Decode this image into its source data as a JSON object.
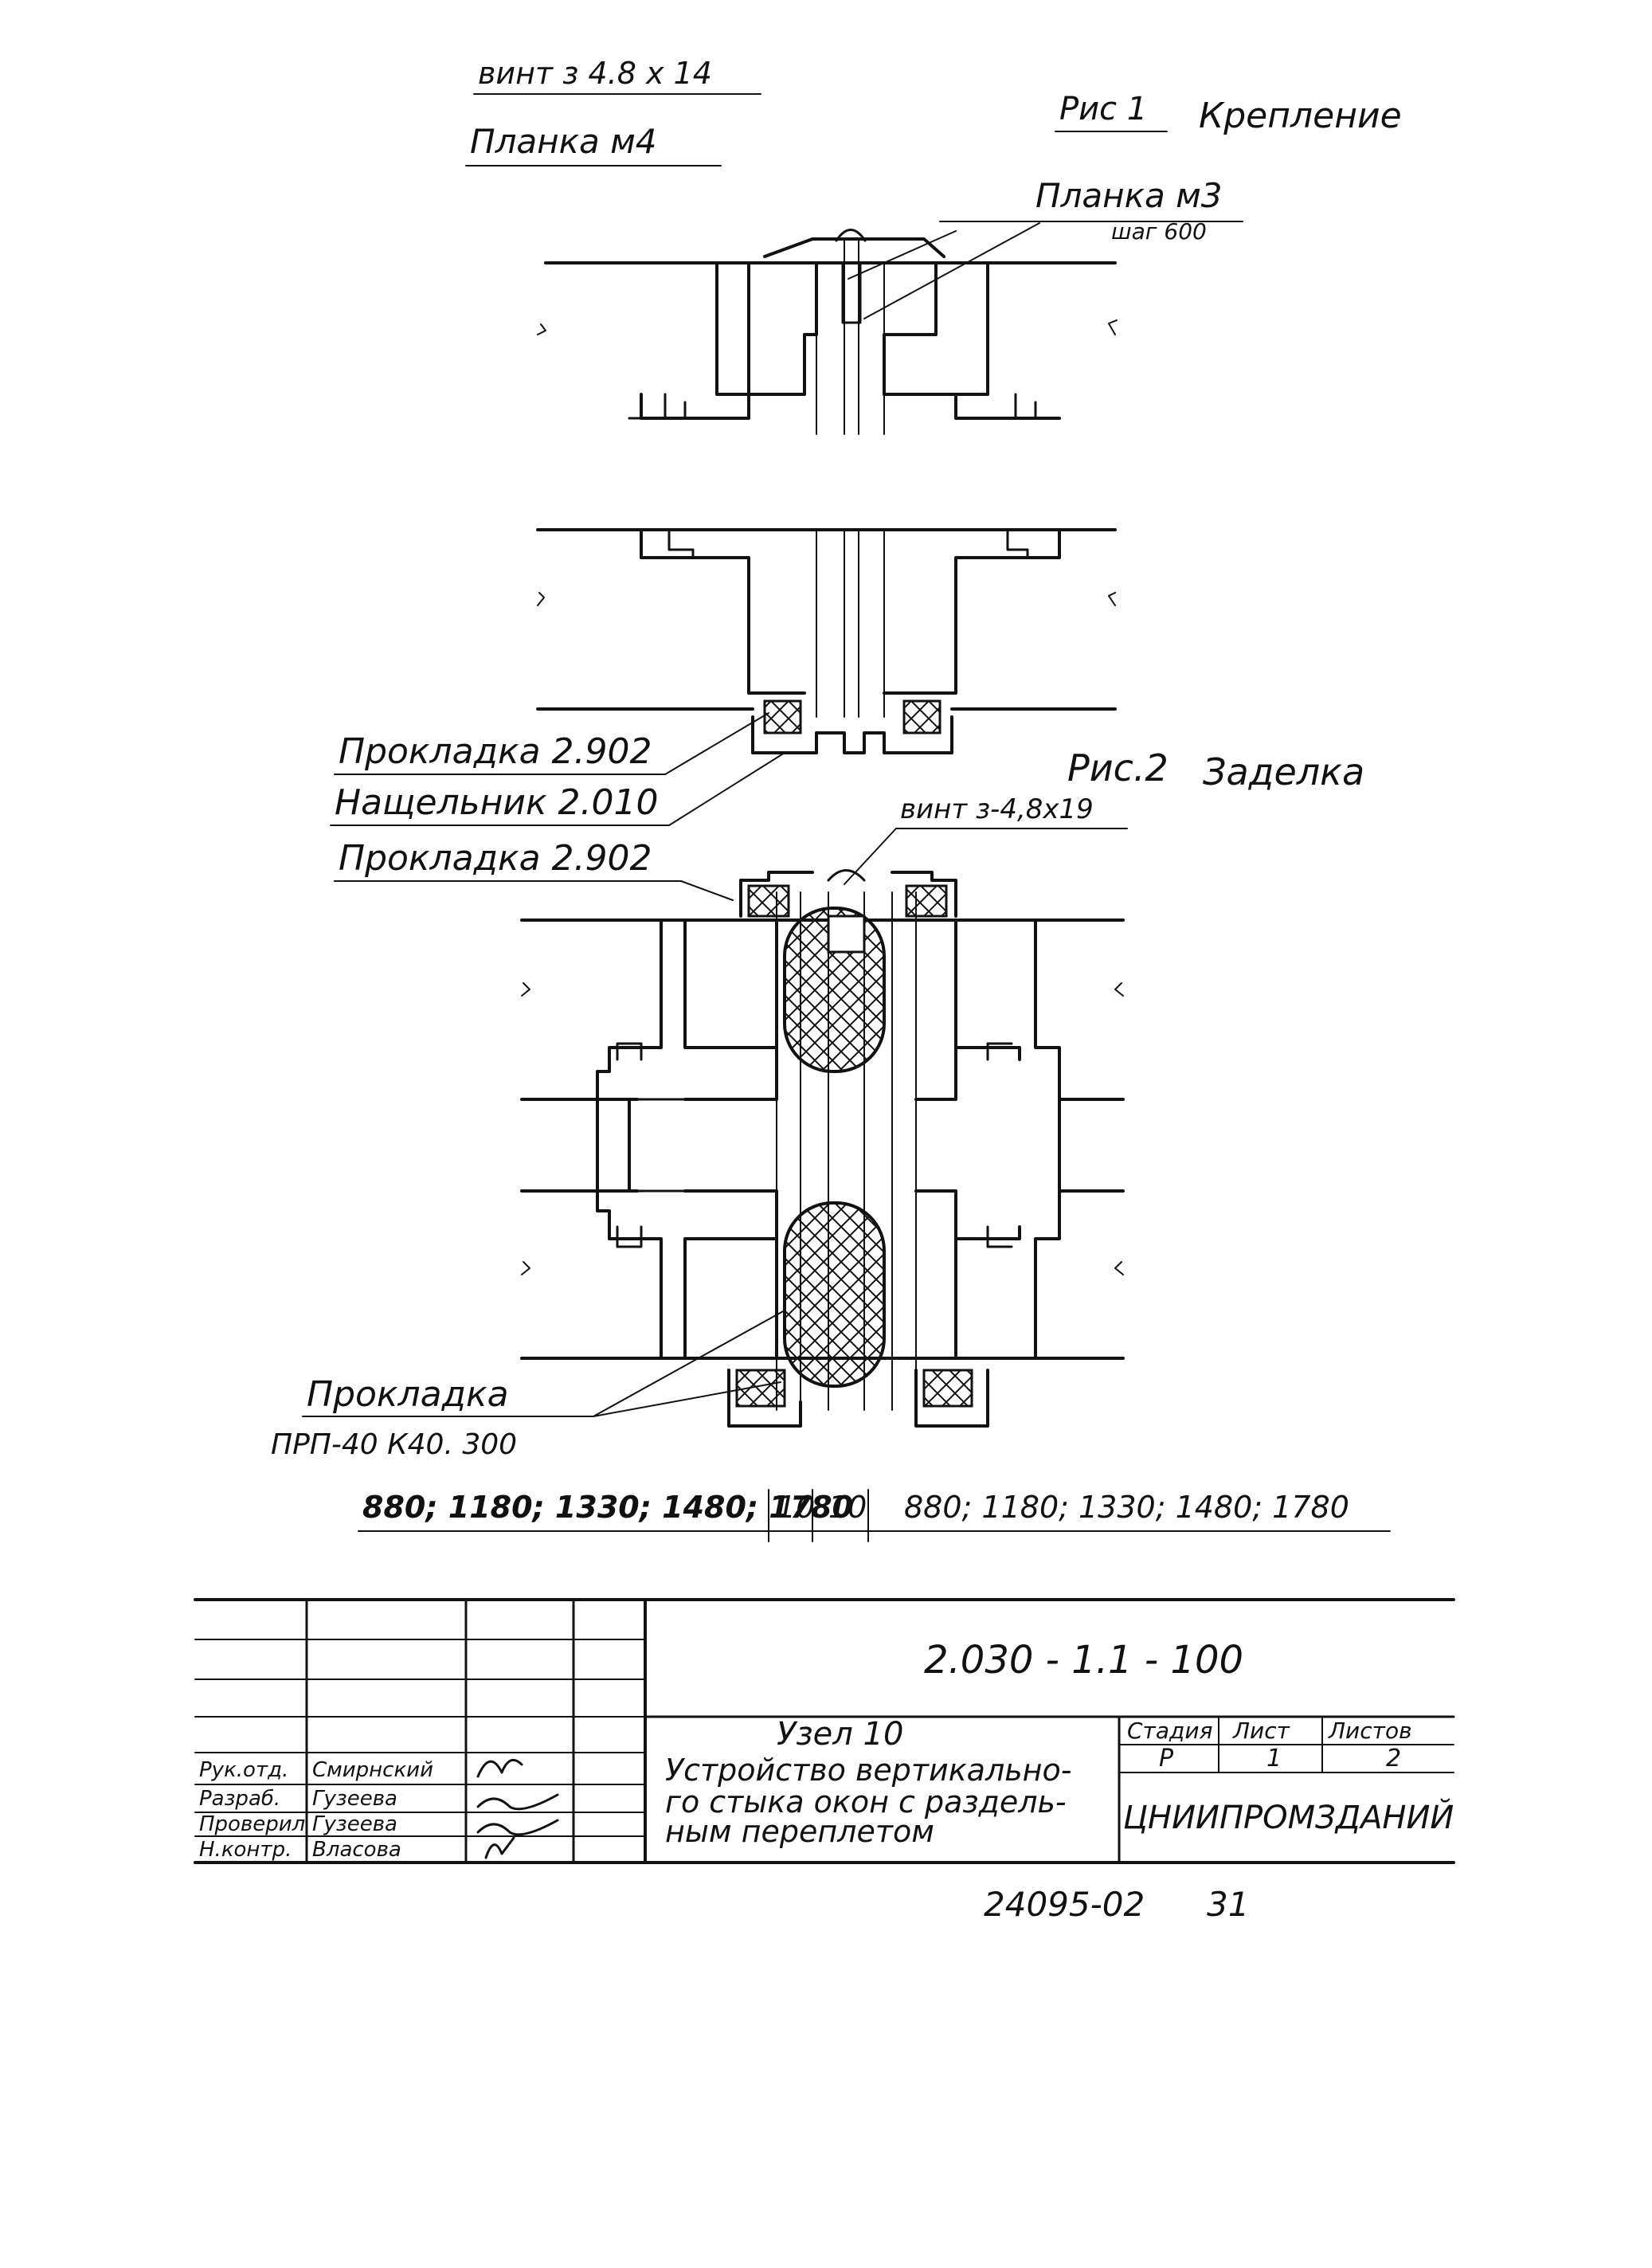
{
  "labels": {
    "vint_top": "винт з 4.8 х 14",
    "planka_m4": "Планка м4",
    "fig1_num": "Рис 1",
    "fig1_name": "Крепление",
    "planka_m3": "Планка м3",
    "shag": "шаг 600",
    "prokladka_1": "Прокладка 2.902",
    "nashchelnik": "Нащельник 2.010",
    "prokladka_2": "Прокладка 2.902",
    "fig2_num": "Рис.2",
    "fig2_name": "Заделка",
    "vint_fig2": "винт з-4,8х19",
    "prokladka_bottom_1": "Прокладка",
    "prokladka_bottom_2": "ПРП-40 К40. 300",
    "dims_left": "880; 1180; 1330; 1480; 1780",
    "dim_gap1": "10",
    "dim_gap2": "10",
    "dims_right": "880; 1180; 1330; 1480; 1780"
  },
  "title_block": {
    "doc_code": "2.030 - 1.1 - 100",
    "node_title": "Узел 10",
    "description": [
      "Устройство вертикально-",
      "го стыка окон с раздель-",
      "ным переплетом"
    ],
    "stage_header": "Стадия",
    "sheet_header": "Лист",
    "sheets_header": "Листов",
    "stage_value": "Р",
    "sheet_value": "1",
    "sheets_value": "2",
    "organization": "ЦНИИПРОМЗДАНИЙ",
    "signatures": [
      {
        "role": "Рук.отд.",
        "name": "Смирнский"
      },
      {
        "role": "Разраб.",
        "name": "Гузеева"
      },
      {
        "role": "Проверил",
        "name": "Гузеева"
      },
      {
        "role": "Н.контр.",
        "name": "Власова"
      }
    ]
  },
  "footer": {
    "inventory": "24095-02",
    "page": "31"
  }
}
